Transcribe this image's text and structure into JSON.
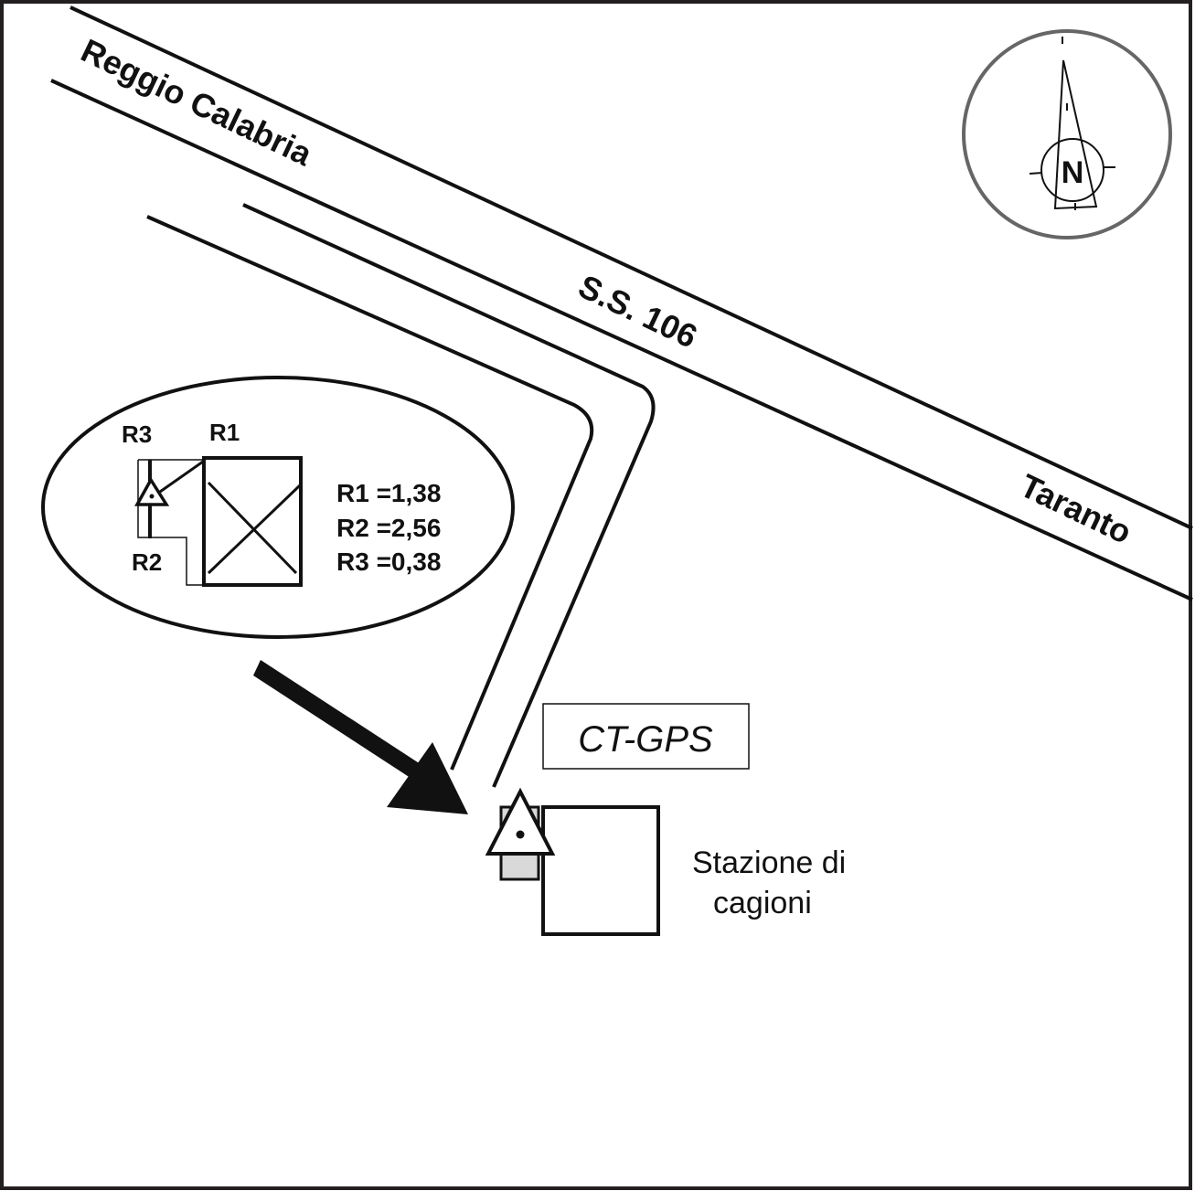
{
  "map": {
    "frame_color": "#231f20",
    "ink_color": "#111111",
    "compass_ring_color": "#666666",
    "station_fill_color": "#d9d9d9"
  },
  "roads": {
    "main_road_from": "Reggio Calabria",
    "main_road_name": "S.S. 106",
    "main_road_to": "Taranto"
  },
  "compass": {
    "icon": "north-arrow-icon",
    "letter": "N"
  },
  "inset": {
    "labels": {
      "r1": "R1",
      "r2": "R2",
      "r3": "R3"
    },
    "measurements": [
      {
        "name": "R1",
        "text": "R1 =1,38",
        "value": "1,38"
      },
      {
        "name": "R2",
        "text": "R2 =2,56",
        "value": "2,56"
      },
      {
        "name": "R3",
        "text": "R3 =0,38",
        "value": "0,38"
      }
    ]
  },
  "station": {
    "code": "CT-GPS",
    "description_line1": "Stazione di",
    "description_line2": "cagioni",
    "marker_icon": "survey-point-triangle-icon"
  },
  "pointer": {
    "icon": "arrow-down-right-icon"
  }
}
